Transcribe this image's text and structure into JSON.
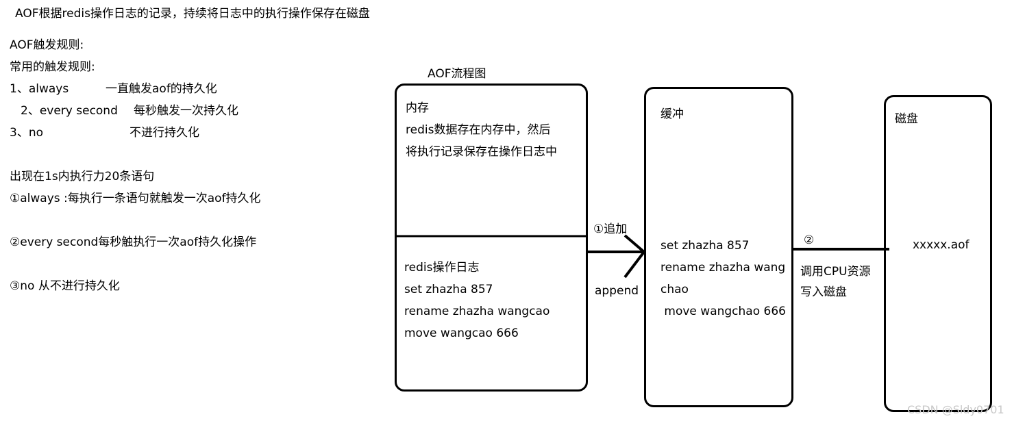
{
  "intro": {
    "title": "AOF根据redis操作日志的记录，持续将日志中的执行操作保存在磁盘",
    "rules_title": "AOF触发规则:",
    "common_rules": "常用的触发规则:",
    "rules": [
      {
        "num": "1、always",
        "desc": "一直触发aof的持久化"
      },
      {
        "num": "2、every second",
        "desc": "每秒触发一次持久化"
      },
      {
        "num": "3、no",
        "desc": "不进行持久化"
      }
    ],
    "example_title": "出现在1s内执行力20条语句",
    "examples": [
      "①always :每执行一条语句就触发一次aof持久化",
      "②every second每秒触执行一次aof持久化操作",
      "③no 从不进行持久化"
    ]
  },
  "flow": {
    "title": "AOF流程图",
    "memory": {
      "label": "内存",
      "desc": [
        "redis数据存在内存中，然后",
        "将执行记录保存在操作日志中"
      ],
      "log_title": "redis操作日志",
      "log_lines": [
        "set zhazha 857",
        "rename zhazha wangcao",
        "move wangcao 666"
      ]
    },
    "arrow1": {
      "label": "①追加",
      "sublabel": "append"
    },
    "buffer": {
      "label": "缓冲",
      "lines": [
        "set zhazha 857",
        "rename zhazha wang",
        "chao",
        " move wangchao 666"
      ]
    },
    "arrow2": {
      "label": "②",
      "desc": [
        "调用CPU资源",
        "写入磁盘"
      ]
    },
    "disk": {
      "label": "磁盘",
      "file": "xxxxx.aof"
    }
  },
  "watermark": "CSDN @Sldy0701"
}
